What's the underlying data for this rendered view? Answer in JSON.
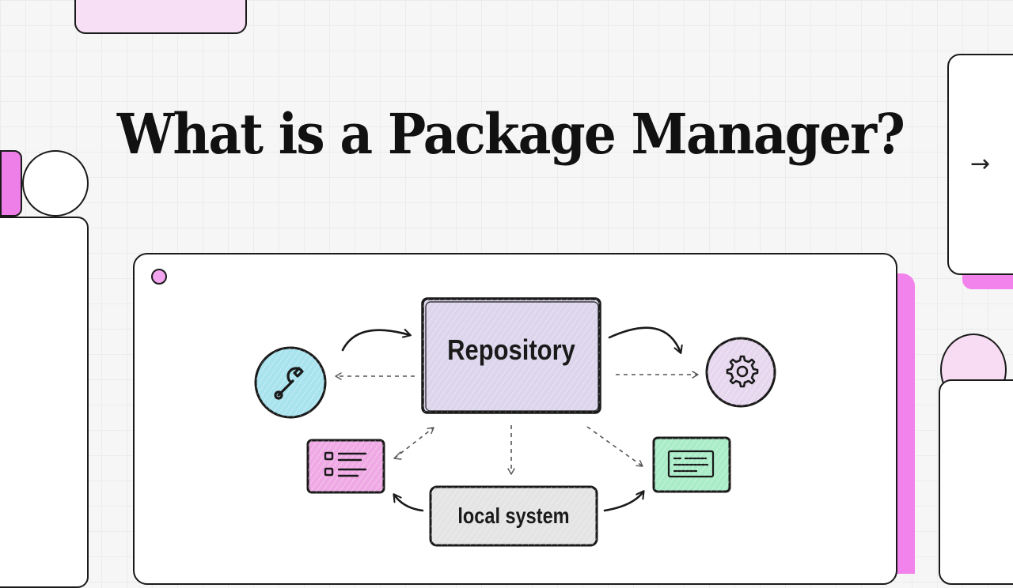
{
  "slide": {
    "title": "What is a Package Manager?",
    "next_icon": "arrow-right-icon"
  },
  "diagram": {
    "nodes": {
      "repository": {
        "label": "Repository",
        "fill": "#dcd5ec"
      },
      "local_system": {
        "label": "local system",
        "fill": "#e4e4e4"
      },
      "wrench": {
        "icon": "wrench-icon",
        "fill": "#a8e3ee"
      },
      "gear": {
        "icon": "gear-icon",
        "fill": "#e7d7ee"
      },
      "list_panel": {
        "icon": "list-icon",
        "fill": "#efa9e4"
      },
      "terminal_panel": {
        "icon": "terminal-icon",
        "fill": "#a9ecc7"
      }
    },
    "colors": {
      "accent_pink": "#f283ec",
      "outline": "#1a1a1a"
    }
  }
}
